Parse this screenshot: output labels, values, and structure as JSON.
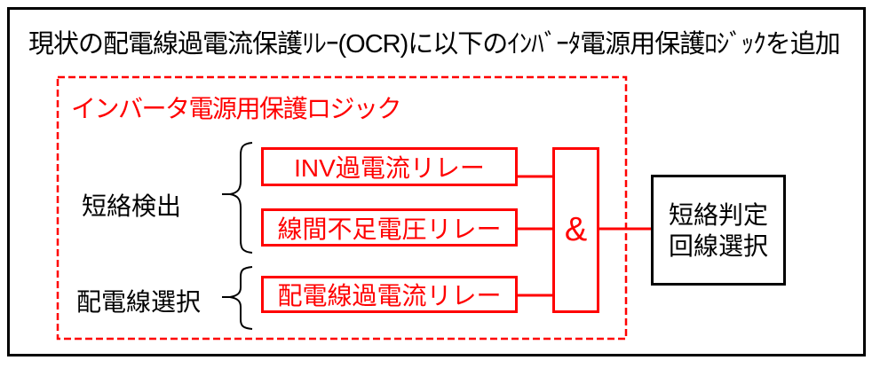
{
  "title": "現状の配電線過電流保護ﾘﾚｰ(OCR)に以下のｲﾝﾊﾞｰﾀ電源用保護ﾛｼﾞｯｸを追加",
  "logic": {
    "label": "インバータ電源用保護ロジック",
    "gate_label": "&",
    "groups": [
      {
        "label": "短絡検出",
        "relays": [
          "INV過電流リレー",
          "線間不足電圧リレー"
        ]
      },
      {
        "label": "配電線選択",
        "relays": [
          "配電線過電流リレー"
        ]
      }
    ]
  },
  "output": {
    "lines": [
      "短絡判定",
      "回線選択"
    ]
  },
  "colors": {
    "accent_red": "#ff0000",
    "frame_black": "#000000",
    "background": "#ffffff"
  }
}
